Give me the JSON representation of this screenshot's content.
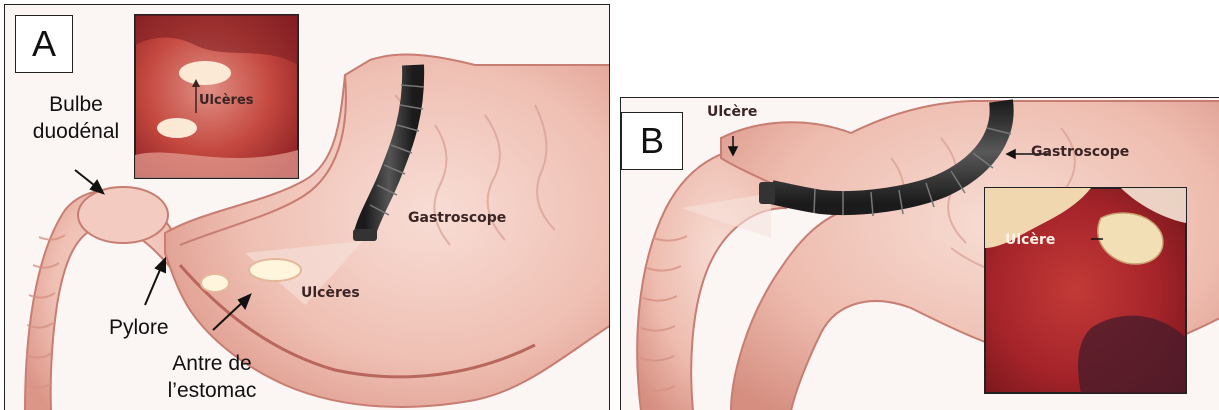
{
  "panel_a": {
    "letter": "A",
    "labels": {
      "bulbe_line1": "Bulbe",
      "bulbe_line2": "duodénal",
      "pylore": "Pylore",
      "antre_line1": "Antre de",
      "antre_line2": "l’estomac",
      "gastroscope": "Gastroscope",
      "ulceres": "Ulcères",
      "inset_ulceres": "Ulcères"
    }
  },
  "panel_b": {
    "letter": "B",
    "labels": {
      "ulcere": "Ulcère",
      "gastroscope": "Gastroscope",
      "inset_ulcere": "Ulcère"
    }
  },
  "colors": {
    "tissue_light": "#f3cfc6",
    "tissue_mid": "#e7a79a",
    "tissue_dark": "#c9736a",
    "scope": "#2b2b2b",
    "ulcer": "#fff4dc",
    "endoscopy_red": "#b5262b"
  }
}
